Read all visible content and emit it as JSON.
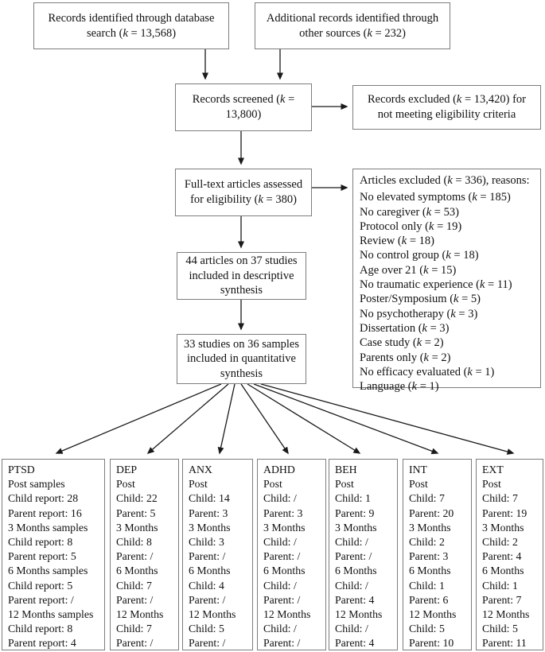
{
  "page": {
    "background": "#ffffff",
    "box_border_color": "#7d7d7d",
    "text_color": "#111111"
  },
  "flow": {
    "identified": "Records identified through database search (k = 13,568)",
    "additional": "Additional records identified through other sources (k = 232)",
    "screened": "Records screened (k = 13,800)",
    "screened_excluded": "Records excluded (k = 13,420) for not meeting eligibility criteria",
    "fulltext": "Full-text articles assessed for eligibility (k = 380)",
    "articles_excluded_title": "Articles excluded (k = 336), reasons:",
    "articles_excluded_reasons": [
      "No elevated symptoms (k = 185)",
      "No caregiver (k = 53)",
      "Protocol only (k = 19)",
      "Review (k = 18)",
      "No control group (k = 18)",
      "Age over 21 (k = 15)",
      "No traumatic experience (k = 11)",
      "Poster/Symposium (k = 5)",
      "No psychotherapy (k = 3)",
      "Dissertation (k = 3)",
      "Case study (k = 2)",
      "Parents only (k = 2)",
      "No efficacy evaluated (k = 1)",
      "Language (k = 1)"
    ],
    "descriptive": "44 articles on 37 studies included in descriptive synthesis",
    "quantitative": "33 studies on 36 samples included in quantitative synthesis"
  },
  "outcomes": [
    {
      "title": "PTSD",
      "lines": [
        "Post samples",
        "Child report: 28",
        "Parent report: 16",
        "3 Months samples",
        "Child report: 8",
        "Parent report: 5",
        "6 Months samples",
        "Child report: 5",
        "Parent report: /",
        "12 Months samples",
        "Child report: 8",
        "Parent report: 4"
      ]
    },
    {
      "title": "DEP",
      "lines": [
        "Post",
        "Child: 22",
        "Parent: 5",
        "3 Months",
        "Child: 8",
        "Parent: /",
        "6 Months",
        "Child: 7",
        "Parent: /",
        "12 Months",
        "Child: 7",
        "Parent: /"
      ]
    },
    {
      "title": "ANX",
      "lines": [
        "Post",
        "Child: 14",
        "Parent: 3",
        "3 Months",
        "Child: 3",
        "Parent: /",
        "6 Months",
        "Child: 4",
        "Parent: /",
        "12 Months",
        "Child: 5",
        "Parent: /"
      ]
    },
    {
      "title": "ADHD",
      "lines": [
        "Post",
        "Child: /",
        "Parent: 3",
        "3 Months",
        "Child: /",
        "Parent: /",
        "6 Months",
        "Child: /",
        "Parent: /",
        "12 Months",
        "Child: /",
        "Parent: /"
      ]
    },
    {
      "title": "BEH",
      "lines": [
        "Post",
        "Child: 1",
        "Parent: 9",
        "3 Months",
        "Child: /",
        "Parent: /",
        "6 Months",
        "Child: /",
        "Parent: 4",
        "12 Months",
        "Child: /",
        "Parent: 4"
      ]
    },
    {
      "title": "INT",
      "lines": [
        "Post",
        "Child: 7",
        "Parent: 20",
        "3 Months",
        "Child: 2",
        "Parent: 3",
        "6 Months",
        "Child: 1",
        "Parent: 6",
        "12 Months",
        "Child: 5",
        "Parent: 10"
      ]
    },
    {
      "title": "EXT",
      "lines": [
        "Post",
        "Child: 7",
        "Parent: 19",
        "3 Months",
        "Child: 2",
        "Parent: 4",
        "6 Months",
        "Child: 1",
        "Parent: 7",
        "12 Months",
        "Child: 5",
        "Parent: 11"
      ]
    }
  ]
}
